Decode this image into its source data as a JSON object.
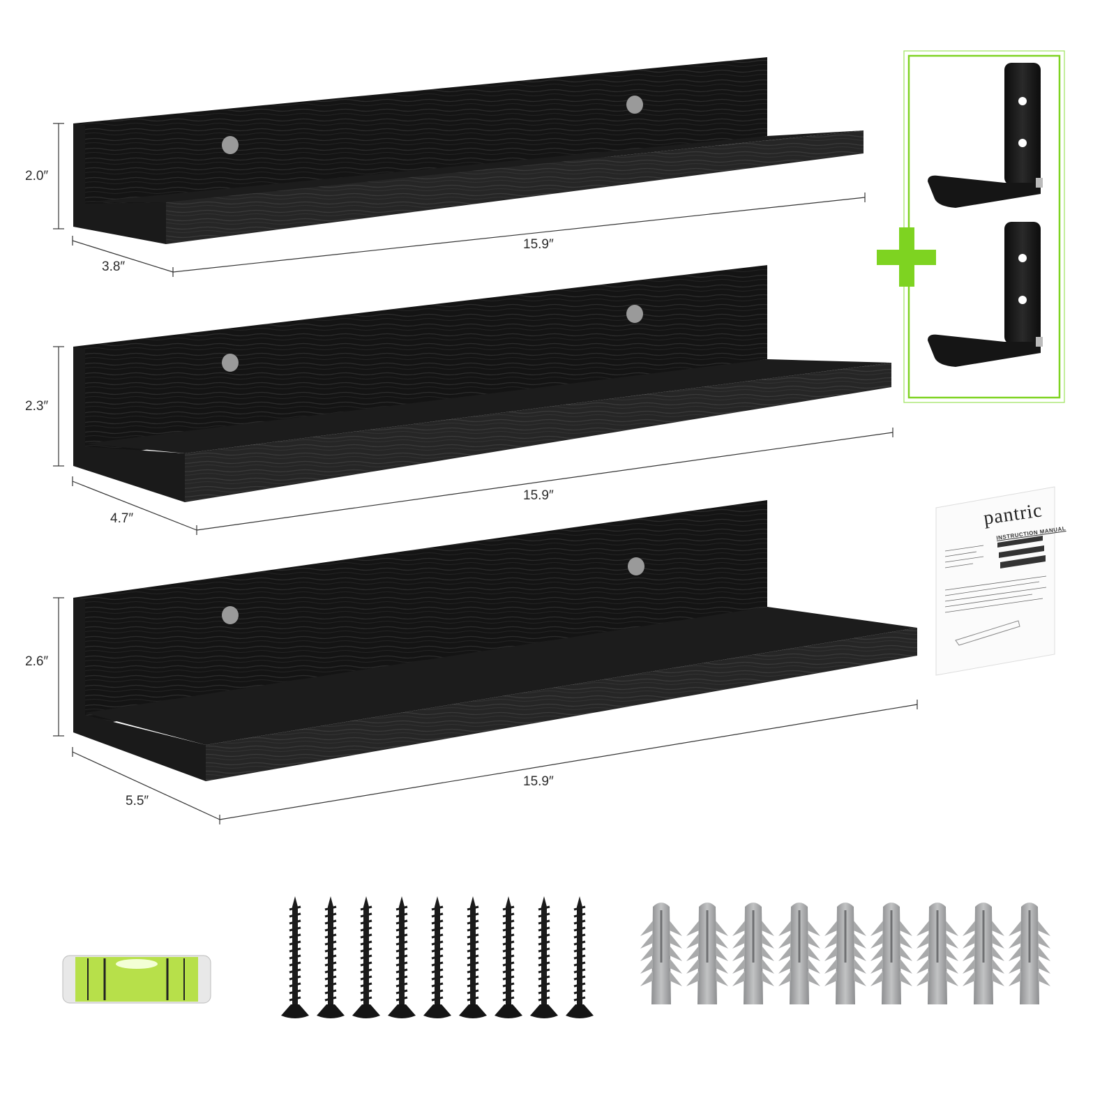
{
  "dimensions": {
    "shelf_small": {
      "height": "2.0″",
      "depth": "3.8″",
      "length": "15.9″"
    },
    "shelf_medium": {
      "height": "2.3″",
      "depth": "4.7″",
      "length": "15.9″"
    },
    "shelf_large": {
      "height": "2.6″",
      "depth": "5.5″",
      "length": "15.9″"
    }
  },
  "manual": {
    "brand": "pantric",
    "subtitle": "INSTRUCTION MANUAL"
  },
  "colors": {
    "shelf": "#1a1a1a",
    "accent_green": "#7ed321",
    "level_fluid": "#b7e04a",
    "anchor": "#a9aaab"
  },
  "icons": [
    "plus-icon"
  ]
}
